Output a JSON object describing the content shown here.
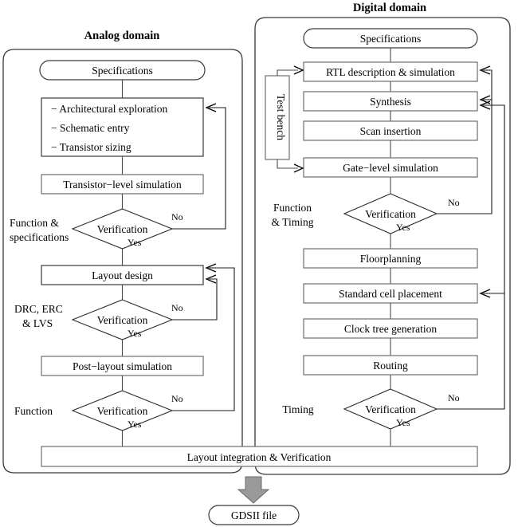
{
  "diagram": {
    "title_analog": "Analog domain",
    "title_digital": "Digital domain",
    "output": {
      "label": "GDSII file"
    },
    "shared": {
      "integration": "Layout integration & Verification",
      "yes": "Yes",
      "no": "No",
      "verification": "Verification"
    }
  },
  "analog": {
    "start": "Specifications",
    "design_box": {
      "line1": "− Architectural exploration",
      "line2": "− Schematic entry",
      "line3": "− Transistor sizing"
    },
    "steps": [
      {
        "label": "Transistor−level simulation"
      },
      {
        "label": "Layout design"
      },
      {
        "label": "Post−layout simulation"
      }
    ],
    "checks": [
      {
        "label": "Verification",
        "side_line1": "Function &",
        "side_line2": "specifications",
        "yes": "Yes",
        "no": "No"
      },
      {
        "label": "Verification",
        "side_line1": "DRC, ERC",
        "side_line2": "& LVS",
        "yes": "Yes",
        "no": "No"
      },
      {
        "label": "Verification",
        "side_line1": "Function",
        "side_line2": "",
        "yes": "Yes",
        "no": "No"
      }
    ]
  },
  "digital": {
    "start": "Specifications",
    "testbench": "Test bench",
    "steps": [
      {
        "label": "RTL description & simulation"
      },
      {
        "label": "Synthesis"
      },
      {
        "label": "Scan insertion"
      },
      {
        "label": "Gate−level simulation"
      },
      {
        "label": "Floorplanning"
      },
      {
        "label": "Standard cell placement"
      },
      {
        "label": "Clock tree generation"
      },
      {
        "label": "Routing"
      }
    ],
    "checks": [
      {
        "label": "Verification",
        "side_line1": "Function",
        "side_line2": "& Timing",
        "yes": "Yes",
        "no": "No"
      },
      {
        "label": "Verification",
        "side_line1": "Timing",
        "side_line2": "",
        "yes": "Yes",
        "no": "No"
      }
    ]
  },
  "colors": {
    "box_stroke": "#6e6e6e",
    "line": "#4a4a4a",
    "arrow_fill": "#9a9a9a",
    "text": "#000000"
  }
}
